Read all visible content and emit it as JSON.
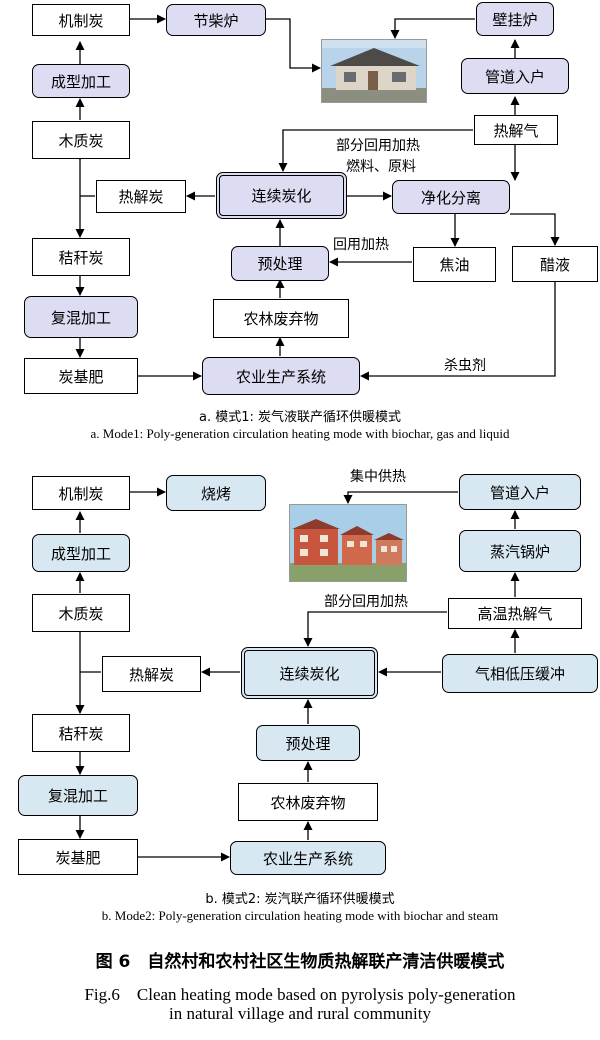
{
  "panel_a": {
    "boxes": {
      "jizhitan": "机制炭",
      "jiechailu": "节柴炉",
      "biguailu": "壁挂炉",
      "chengxing": "成型加工",
      "guandao": "管道入户",
      "muzhitan": "木质炭",
      "rejieqi": "热解气",
      "rejietan": "热解炭",
      "lianxu": "连续炭化",
      "jinghua": "净化分离",
      "jiegantan": "秸秆炭",
      "yuchuli": "预处理",
      "jiaoyou": "焦油",
      "cuye": "醋液",
      "fuhun": "复混加工",
      "feiqiwu": "农林废弃物",
      "tanjifei": "炭基肥",
      "nongye": "农业生产系统"
    },
    "labels": {
      "bufen": "部分回用加热",
      "ranliao": "燃料、原料",
      "huiyong": "回用加热",
      "shachong": "杀虫剂"
    },
    "caption_cn": "a. 模式1: 炭气液联产循环供暖模式",
    "caption_en": "a. Mode1: Poly-generation circulation heating mode with biochar, gas and liquid"
  },
  "panel_b": {
    "boxes": {
      "jizhitan": "机制炭",
      "shaokao": "烧烤",
      "guandao": "管道入户",
      "chengxing": "成型加工",
      "zhengqi": "蒸汽锅炉",
      "muzhitan": "木质炭",
      "gaowen": "高温热解气",
      "rejietan": "热解炭",
      "lianxu": "连续炭化",
      "qixiang": "气相低压缓冲",
      "jiegantan": "秸秆炭",
      "yuchuli": "预处理",
      "fuhun": "复混加工",
      "feiqiwu": "农林废弃物",
      "tanjifei": "炭基肥",
      "nongye": "农业生产系统"
    },
    "labels": {
      "jizhong": "集中供热",
      "bufen": "部分回用加热"
    },
    "caption_cn": "b. 模式2: 炭汽联产循环供暖模式",
    "caption_en": "b. Mode2: Poly-generation circulation heating mode with biochar and steam"
  },
  "figure": {
    "title_cn": "图 6　自然村和农村社区生物质热解联产清洁供暖模式",
    "title_en_1": "Fig.6　Clean heating mode based on pyrolysis poly-generation",
    "title_en_2": "in natural village and rural community"
  },
  "colors": {
    "panel_a_fill": "#dcdcf3",
    "panel_b_fill": "#d8e8f2"
  }
}
